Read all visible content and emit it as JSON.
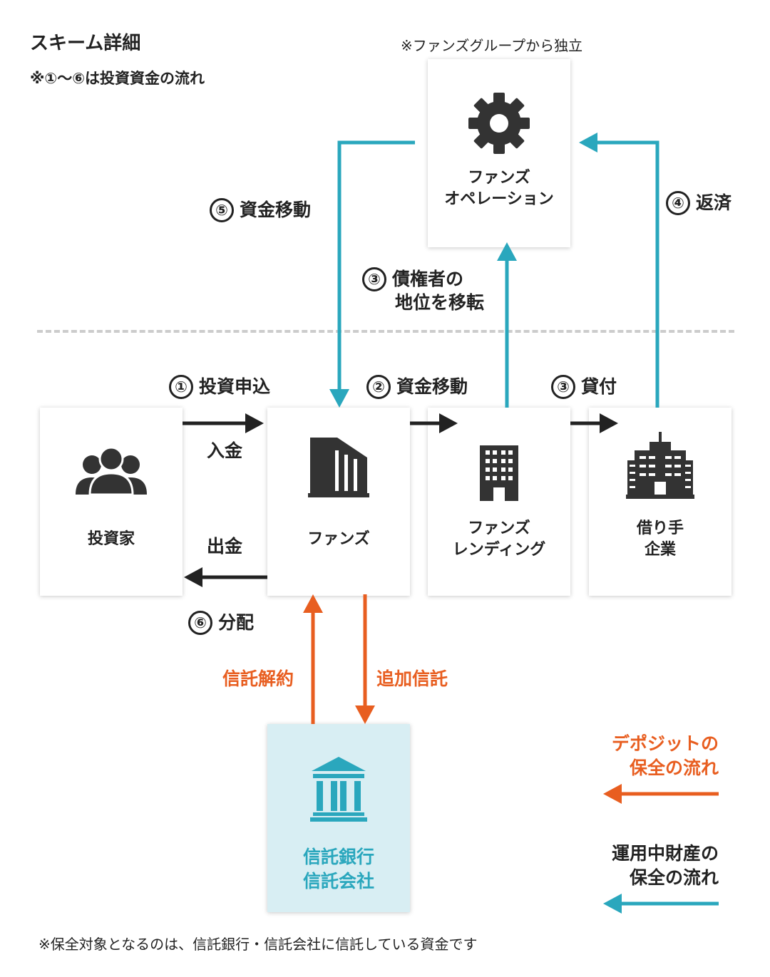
{
  "header": {
    "title": "スキーム詳細",
    "subtitle": "※①〜⑥は投資資金の流れ",
    "independence_note": "※ファンズグループから独立"
  },
  "boxes": {
    "operation": [
      "ファンズ",
      "オペレーション"
    ],
    "investor": [
      "投資家"
    ],
    "funds": [
      "ファンズ"
    ],
    "lending": [
      "ファンズ",
      "レンディング"
    ],
    "borrower": [
      "借り手",
      "企業"
    ],
    "trust": [
      "信託銀行",
      "信託会社"
    ]
  },
  "flows": [
    {
      "num": "①",
      "label": "投資申込"
    },
    {
      "num": "②",
      "label": "資金移動"
    },
    {
      "num": "③",
      "label": "貸付"
    },
    {
      "num": "③",
      "label_lines": [
        "債権者の",
        "地位を移転"
      ]
    },
    {
      "num": "④",
      "label": "返済"
    },
    {
      "num": "⑤",
      "label": "資金移動"
    },
    {
      "num": "⑥",
      "label": "分配"
    }
  ],
  "arrow_labels": {
    "deposit_in": "入金",
    "withdraw_out": "出金",
    "trust_cancel": "信託解約",
    "additional_trust": "追加信託"
  },
  "legend": {
    "deposit": [
      "デポジットの",
      "保全の流れ"
    ],
    "asset": [
      "運用中財産の",
      "保全の流れ"
    ]
  },
  "footnote": "※保全対象となるのは、信託銀行・信託会社に信託している資金です",
  "colors": {
    "orange": "#E85E20",
    "teal": "#2AA7BD",
    "black": "#222222",
    "trust_box_bg": "#D8EEF3",
    "dashed_line": "#CCCCCC"
  },
  "icons": {
    "operation": "gear-icon",
    "investor": "people-icon",
    "funds": "building-icon",
    "lending": "office-building-icon",
    "borrower": "company-building-icon",
    "trust": "bank-icon"
  }
}
